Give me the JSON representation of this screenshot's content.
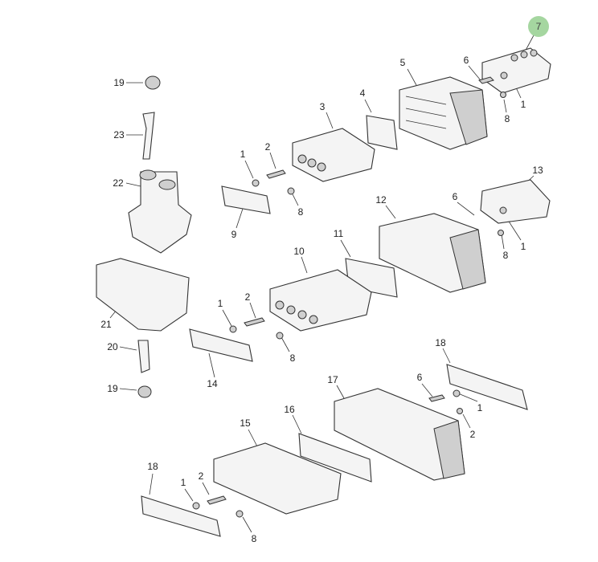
{
  "diagram": {
    "highlight": {
      "label": "7",
      "color": "#a5d6a0"
    },
    "labels": [
      "6",
      "5",
      "1",
      "8",
      "4",
      "3",
      "19",
      "23",
      "22",
      "1",
      "2",
      "8",
      "9",
      "13",
      "6",
      "12",
      "1",
      "8",
      "11",
      "10",
      "21",
      "1",
      "2",
      "8",
      "14",
      "20",
      "19",
      "18",
      "6",
      "17",
      "1",
      "2",
      "16",
      "15",
      "18",
      "2",
      "1",
      "8"
    ]
  }
}
